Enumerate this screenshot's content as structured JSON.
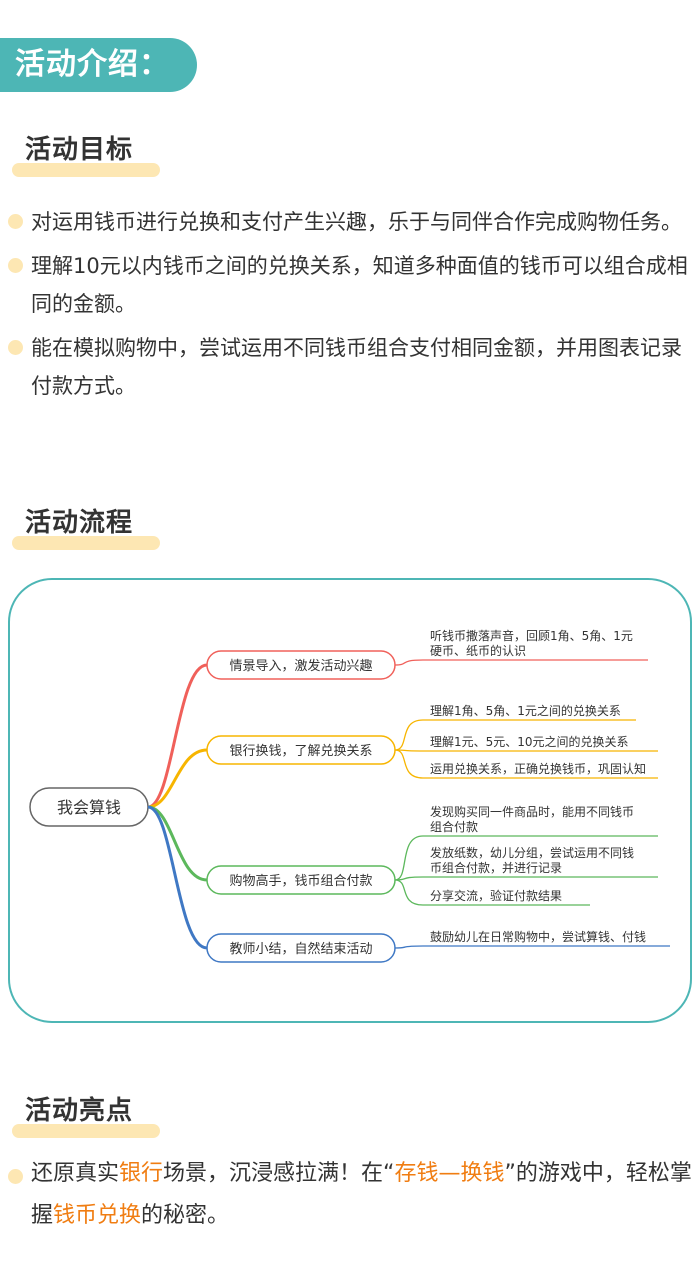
{
  "banner": {
    "title": "活动介绍："
  },
  "goals": {
    "heading": "活动目标",
    "items": [
      "对运用钱币进行兑换和支付产生兴趣，乐于与同伴合作完成购物任务。",
      "理解10元以内钱币之间的兑换关系，知道多种面值的钱币可以组合成相同的金额。",
      "能在模拟购物中，尝试运用不同钱币组合支付相同金额，并用图表记录付款方式。"
    ]
  },
  "flow": {
    "heading": "活动流程",
    "root": "我会算钱",
    "branches": [
      {
        "label": "情景导入，激发活动兴趣",
        "color": "#f0605a",
        "leaves": [
          [
            "听钱币撒落声音，回顾1角、5角、1元",
            "硬币、纸币的认识"
          ]
        ]
      },
      {
        "label": "银行换钱，了解兑换关系",
        "color": "#f7b500",
        "leaves": [
          [
            "理解1角、5角、1元之间的兑换关系"
          ],
          [
            "理解1元、5元、10元之间的兑换关系"
          ],
          [
            "运用兑换关系，正确兑换钱币，巩固认知"
          ]
        ]
      },
      {
        "label": "购物高手，钱币组合付款",
        "color": "#5cb85c",
        "leaves": [
          [
            "发现购买同一件商品时，能用不同钱币",
            "组合付款"
          ],
          [
            "发放纸数，幼儿分组，尝试运用不同钱",
            "币组合付款，并进行记录"
          ],
          [
            "分享交流，验证付款结果"
          ]
        ]
      },
      {
        "label": "教师小结，自然结束活动",
        "color": "#3f78c4",
        "leaves": [
          [
            "鼓励幼儿在日常购物中，尝试算钱、付钱"
          ]
        ]
      }
    ]
  },
  "highlights": {
    "heading": "活动亮点",
    "parts": [
      {
        "text": "还原真实",
        "highlight": false
      },
      {
        "text": "银行",
        "highlight": true
      },
      {
        "text": "场景，沉浸感拉满！在“",
        "highlight": false
      },
      {
        "text": "存钱—换钱",
        "highlight": true
      },
      {
        "text": "”的游戏中，轻松掌握",
        "highlight": false
      },
      {
        "text": "钱币兑换",
        "highlight": true
      },
      {
        "text": "的秘密。",
        "highlight": false
      }
    ]
  },
  "colors": {
    "teal": "#4db6b5",
    "sand": "#fde7b3",
    "accent": "#f07d12"
  }
}
